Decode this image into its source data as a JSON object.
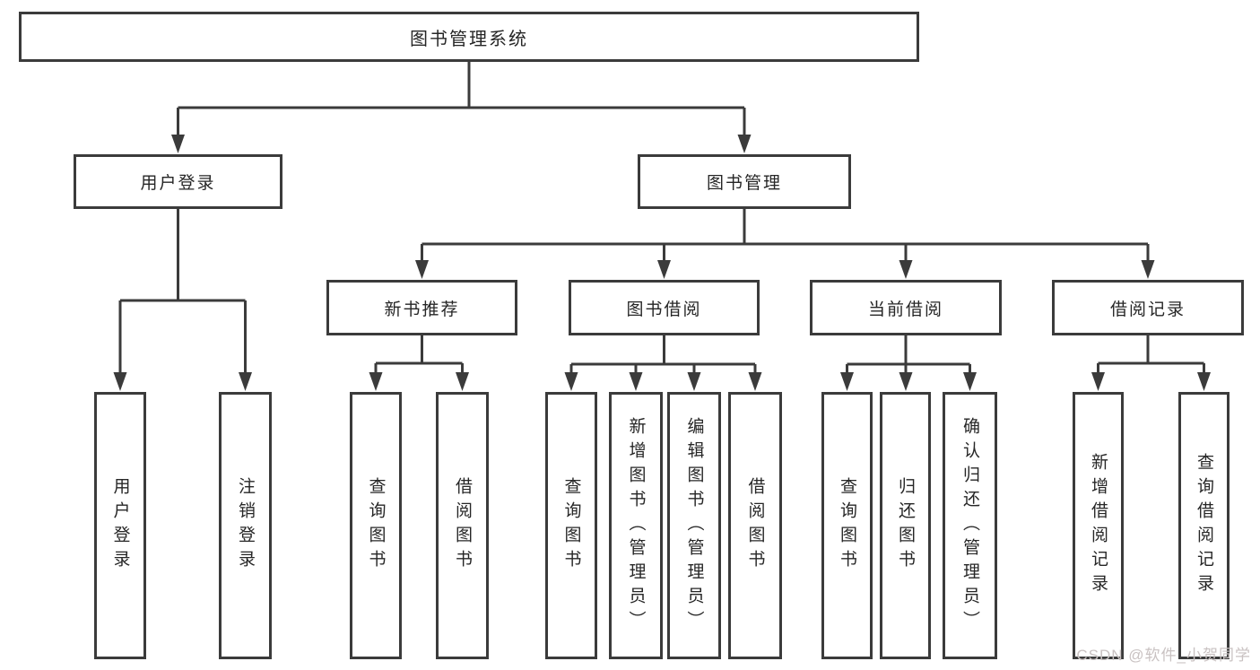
{
  "tree": {
    "root": "图书管理系统",
    "user_login": {
      "label": "用户登录",
      "children": [
        "用户登录",
        "注销登录"
      ]
    },
    "book_management": {
      "label": "图书管理",
      "sections": {
        "new_book": {
          "label": "新书推荐",
          "children": [
            "查询图书",
            "借阅图书"
          ]
        },
        "book_borrow": {
          "label": "图书借阅",
          "children": [
            "查询图书",
            "新增图书（管理员）",
            "编辑图书（管理员）",
            "借阅图书"
          ]
        },
        "current_borrow": {
          "label": "当前借阅",
          "children": [
            "查询图书",
            "归还图书",
            "确认归还（管理员）"
          ]
        },
        "borrow_records": {
          "label": "借阅记录",
          "children": [
            "新增借阅记录",
            "查询借阅记录"
          ]
        }
      }
    }
  },
  "watermark": "CSDN @软件_小贺同学",
  "colors": {
    "line": "#3b3b3b",
    "box_border": "#3b3b3b",
    "text": "#262626",
    "watermark": "#c9c2c2",
    "background": "#ffffff"
  }
}
